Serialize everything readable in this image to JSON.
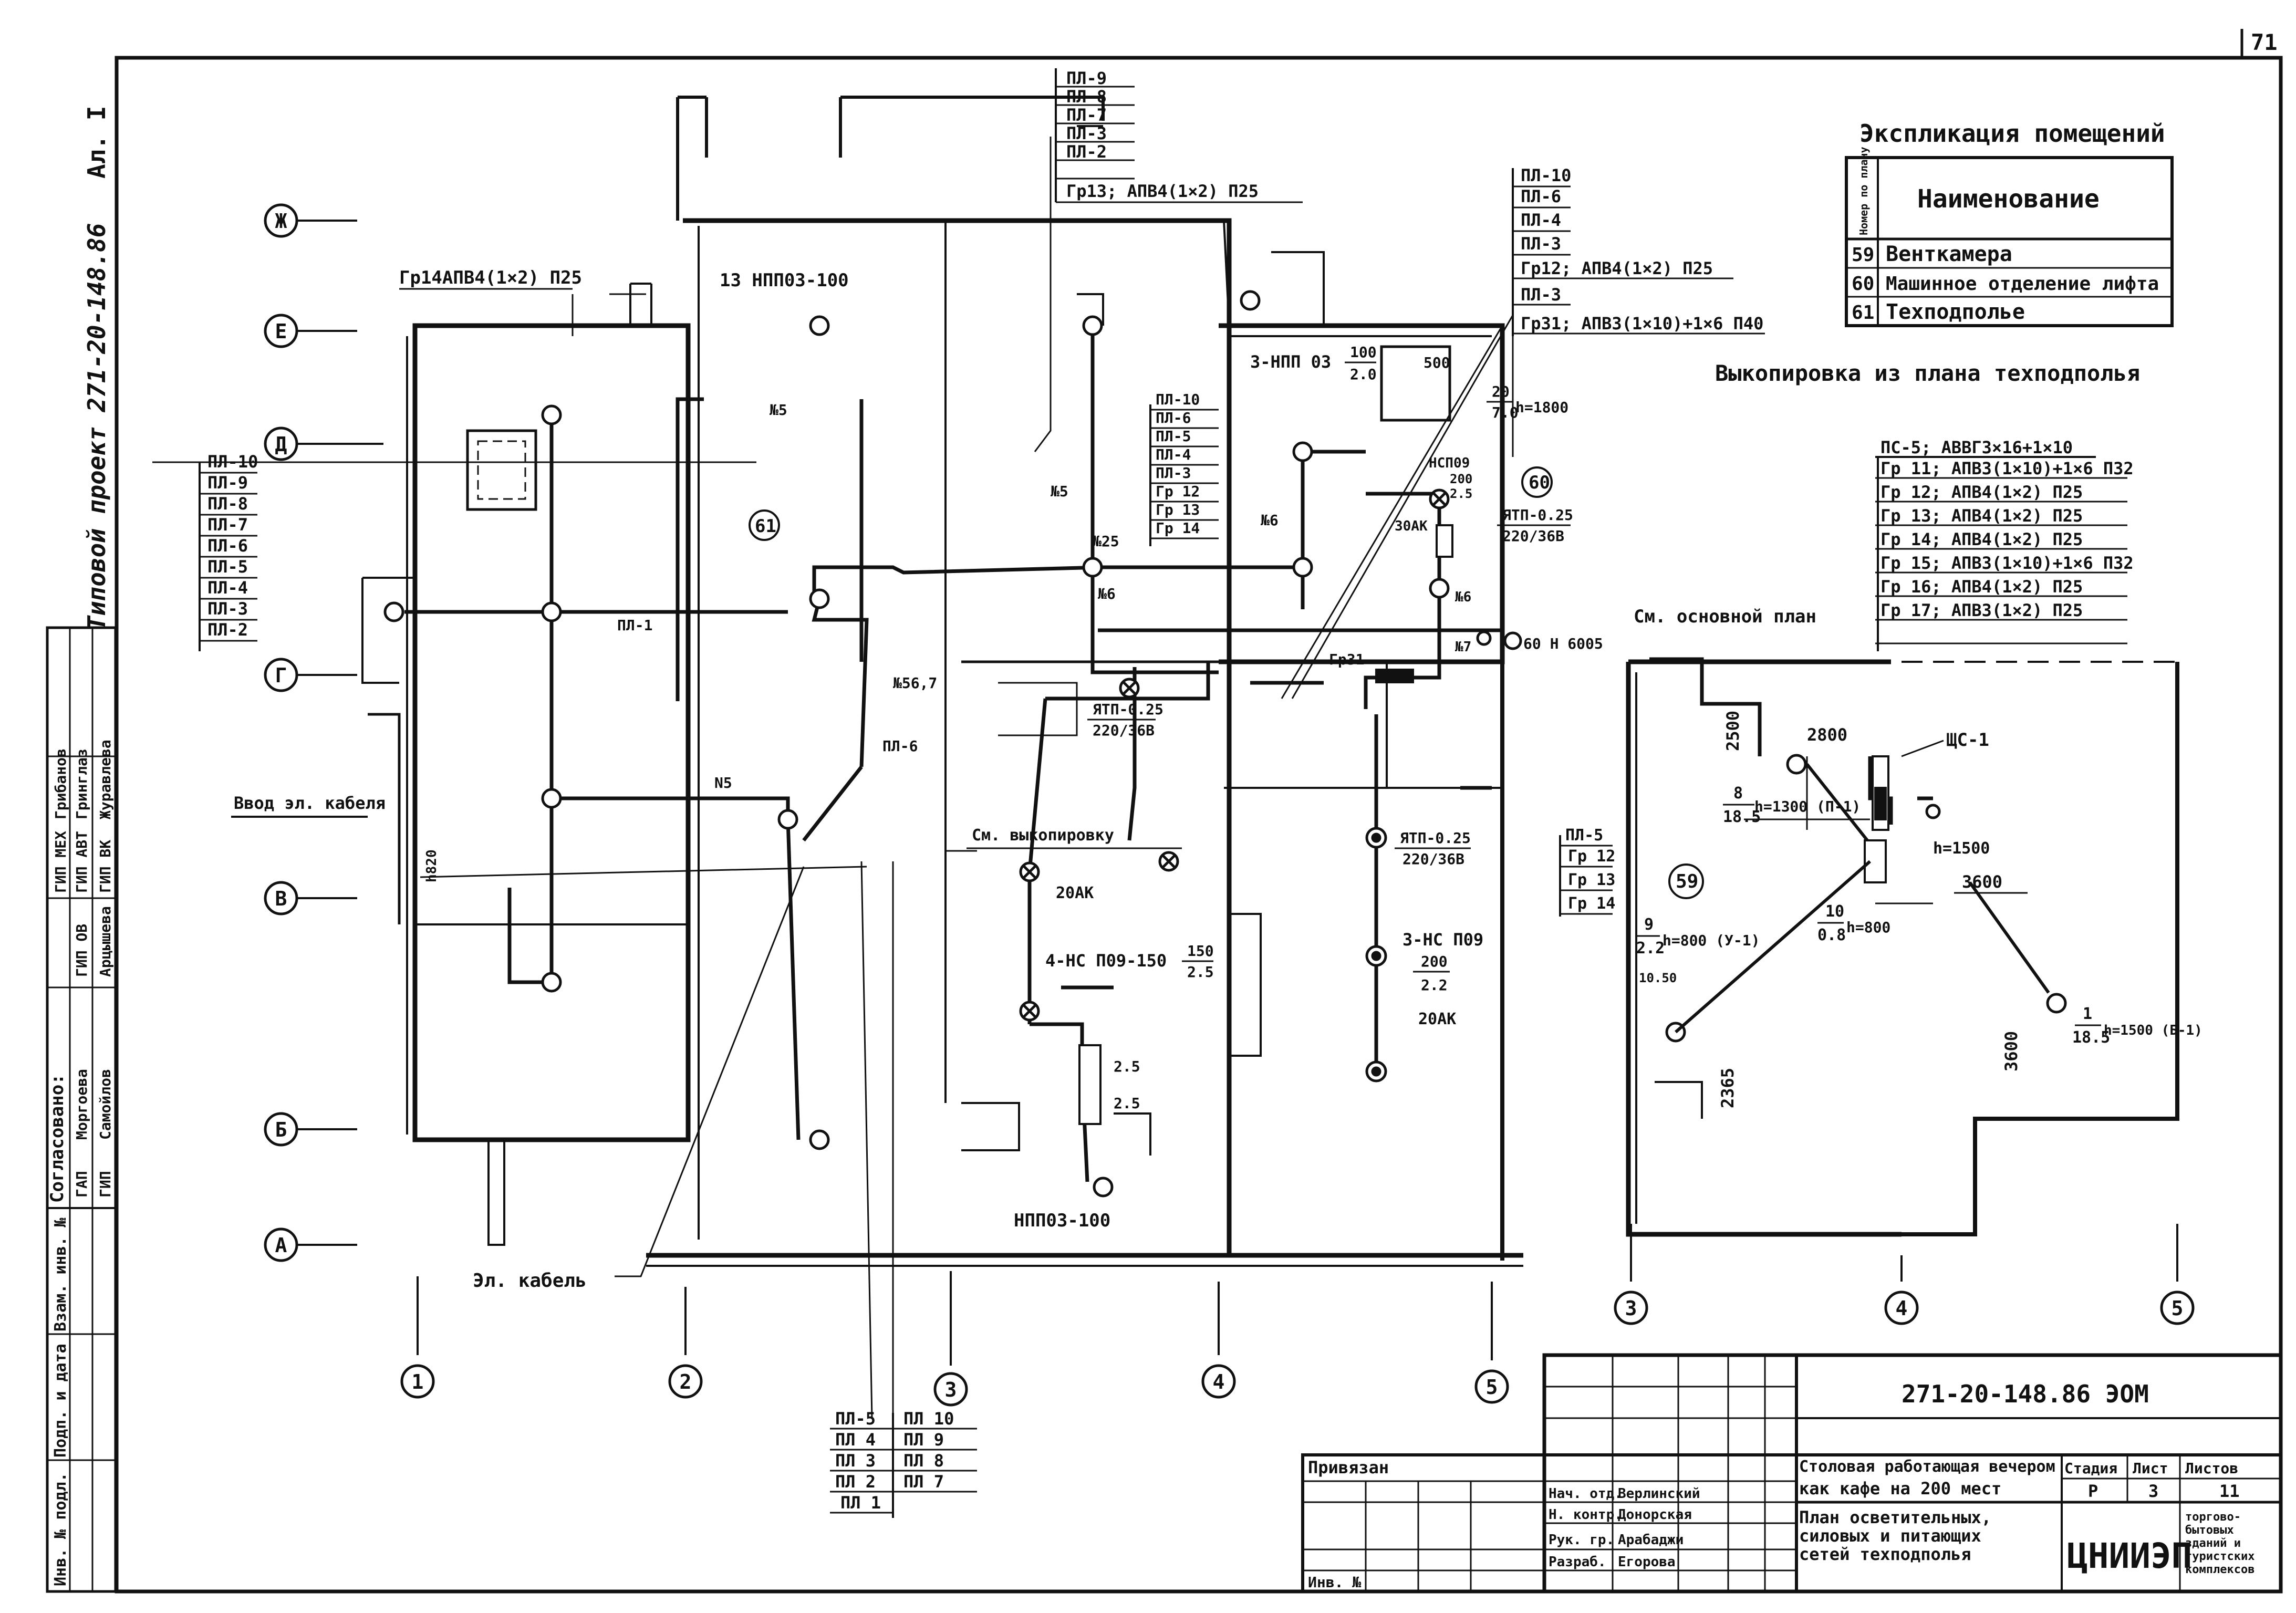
{
  "sheet": {
    "page_number": "71",
    "side_project": "Типовой проект 271-20-148.86",
    "side_album": "Ал. I"
  },
  "grid": {
    "rows": [
      "Ж",
      "Е",
      "Д",
      "Г",
      "В",
      "Б",
      "А"
    ],
    "cols_main": [
      "1",
      "2",
      "3",
      "4",
      "5"
    ],
    "cols_inset": [
      "3",
      "4",
      "5"
    ]
  },
  "rooms": {
    "main": "61",
    "inset_room": "59",
    "machine_room": "60"
  },
  "explication": {
    "title": "Экспликация помещений",
    "col_number_header": "Номер по плану",
    "col_name_header": "Наименование",
    "rows": [
      {
        "num": "59",
        "name": "Венткамера"
      },
      {
        "num": "60",
        "name": "Машинное отделение лифта"
      },
      {
        "num": "61",
        "name": "Техподполье"
      }
    ]
  },
  "inset": {
    "title": "Выкопировка из плана техподполья",
    "ref": "См. основной план",
    "schedule": [
      "ПС-5; АВВГ3×16+1×10",
      "Гр 11; АПВ3(1×10)+1×6 П32",
      "Гр 12; АПВ4(1×2) П25",
      "Гр 13; АПВ4(1×2) П25",
      "Гр 14; АПВ4(1×2) П25",
      "Гр 15; АПВ3(1×10)+1×6 П32",
      "Гр 16; АПВ4(1×2) П25",
      "Гр 17; АПВ3(1×2) П25"
    ],
    "panel": "ЩС-1",
    "dims": [
      "2500",
      "2800",
      "3600",
      "3600",
      "2365",
      "10.50"
    ],
    "h1500": "h=1500",
    "lamps": [
      {
        "top": "8",
        "bottom": "18.5",
        "note": "h=1300 (П-1)"
      },
      {
        "top": "10",
        "bottom": "0.8",
        "note": "h=800"
      },
      {
        "top": "9",
        "bottom": "2.2",
        "note": "h=800 (У-1)"
      },
      {
        "top": "1",
        "bottom": "18.5",
        "note": "h=1500 (Б-1)"
      }
    ]
  },
  "main_plan": {
    "top_group1": [
      "ПЛ-9",
      "ПЛ-8",
      "ПЛ-7",
      "ПЛ-3",
      "ПЛ-2",
      "Гр13; АПВ4(1×2) П25"
    ],
    "top_group2": [
      "ПЛ-10",
      "ПЛ-6",
      "ПЛ-4",
      "ПЛ-3",
      "Гр12; АПВ4(1×2) П25",
      "ПЛ-3",
      "Гр31; АПВ3(1×10)+1×6 П40"
    ],
    "left_group": [
      "ПЛ-10",
      "ПЛ-9",
      "ПЛ-8",
      "ПЛ-7",
      "ПЛ-6",
      "ПЛ-5",
      "ПЛ-4",
      "ПЛ-3",
      "ПЛ-2"
    ],
    "center_group": [
      "ПЛ-10",
      "ПЛ-6",
      "ПЛ-5",
      "ПЛ-4",
      "ПЛ-3",
      "Гр 12",
      "Гр 13",
      "Гр 14"
    ],
    "right_group": [
      "ПЛ-5",
      "Гр 12",
      "Гр 13",
      "Гр 14"
    ],
    "bottom_left": [
      "ПЛ-5",
      "ПЛ 4",
      "ПЛ 3",
      "ПЛ 2",
      "ПЛ 1"
    ],
    "bottom_right": [
      "ПЛ 10",
      "ПЛ 9",
      "ПЛ 8",
      "ПЛ 7"
    ],
    "gr14_label": "Гр14АПВ4(1×2) П25",
    "fix_top": "13 НПП03-100",
    "fix_top_right": "3-НПП 03",
    "fix_top_right_frac": [
      "100",
      "2.0"
    ],
    "dim_500": "500",
    "frac_20_70": [
      "20",
      "7.0"
    ],
    "h1800": "h=1800",
    "ncp": [
      "НСП09",
      "200",
      "2.5"
    ],
    "ytp_labels": [
      "ЯТП-0.25",
      "220/36В"
    ],
    "note_30ak": "30АК",
    "note_60h": "60 Н 6005",
    "gr31": "Гр31",
    "n_labels": [
      "№5",
      "№5",
      "№25",
      "№6",
      "№6",
      "№6",
      "№56,7",
      "№7",
      "N5",
      "ПЛ-1",
      "ПЛ-6"
    ],
    "input_cable": "Ввод эл. кабеля",
    "cable": "Эл. кабель",
    "see_copy": "См. выкопировку",
    "ak20a": "20АК",
    "ak20b": "20АК",
    "fix_ns150": "4-НС П09-150",
    "fix_ns150_frac": [
      "150",
      "2.5"
    ],
    "fix_ns200": "3-НС П09",
    "fix_ns200_frac": [
      "200",
      "2.2"
    ],
    "fix_bottom": "НПП03-100",
    "dims_small": [
      "2.5",
      "2.5"
    ],
    "dim_h820": "h820"
  },
  "side_stamp": {
    "title": "Согласовано:",
    "rows": [
      [
        "ГАП",
        "Моргоева"
      ],
      [
        "ГИП",
        "Самойлов"
      ],
      [
        "ГИП ОВ",
        "Арцышева"
      ],
      [
        "ГИП АВТ",
        "Гринглаз"
      ],
      [
        "ГИП ВК",
        "Журавлева"
      ],
      [
        "ГИП МЕХ",
        "Грибанов"
      ]
    ],
    "bottom": [
      "Взам. инв. №",
      "Подп. и дата",
      "Инв. № подл."
    ]
  },
  "title_block": {
    "code": "271-20-148.86 ЭОМ",
    "privyazan": "Привязан",
    "inv": "Инв. №",
    "object_line1": "Столовая работающая вечером",
    "object_line2": "как кафе на 200 мест",
    "sheet_line1": "План осветительных,",
    "sheet_line2": "силовых и питающих",
    "sheet_line3": "сетей техподполья",
    "stage_h": "Стадия",
    "sheet_h": "Лист",
    "sheets_h": "Листов",
    "stage": "Р",
    "sheet": "3",
    "sheets": "11",
    "org": "ЦНИИЭП",
    "org_sub": [
      "торгово-",
      "бытовых",
      "зданий и",
      "туристских",
      "комплексов"
    ],
    "roles": [
      [
        "Нач. отд.",
        "Верлинский"
      ],
      [
        "Н. контр.",
        "Донорская"
      ],
      [
        "Рук. гр.",
        "Арабаджи"
      ],
      [
        "Разраб.",
        "Егорова"
      ]
    ]
  }
}
